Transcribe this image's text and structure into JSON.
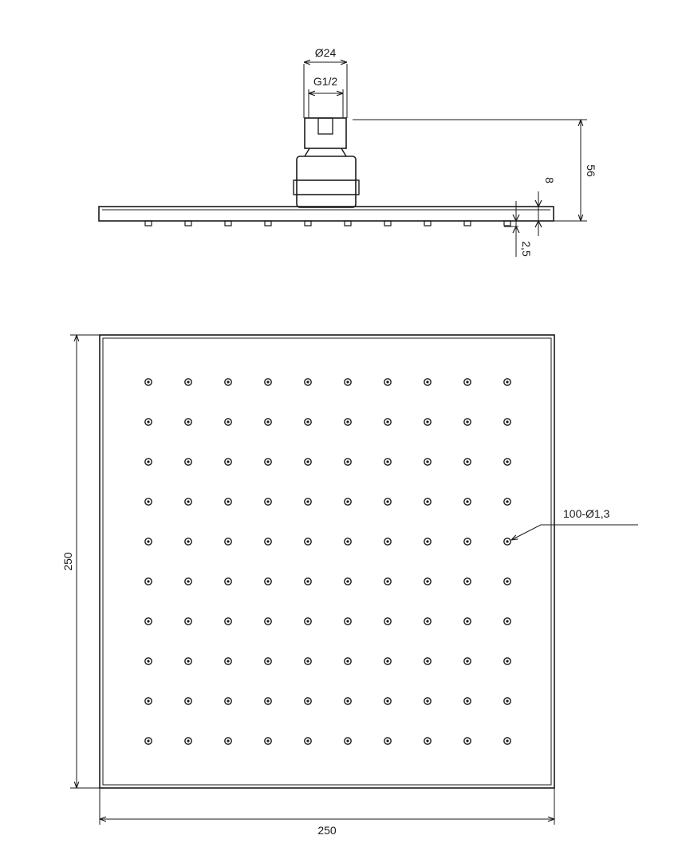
{
  "side_view": {
    "dim_outer_diameter": "Ø24",
    "dim_thread": "G1/2",
    "dim_total_height": "56",
    "dim_plate_thickness": "8",
    "dim_nozzle_height": "2,5"
  },
  "top_view": {
    "dim_width": "250",
    "dim_height": "250",
    "nozzle_label": "100-Ø1,3",
    "nozzle_grid": {
      "rows": 10,
      "cols": 10
    }
  },
  "colors": {
    "line": "#1a1a1a",
    "background": "#ffffff"
  }
}
